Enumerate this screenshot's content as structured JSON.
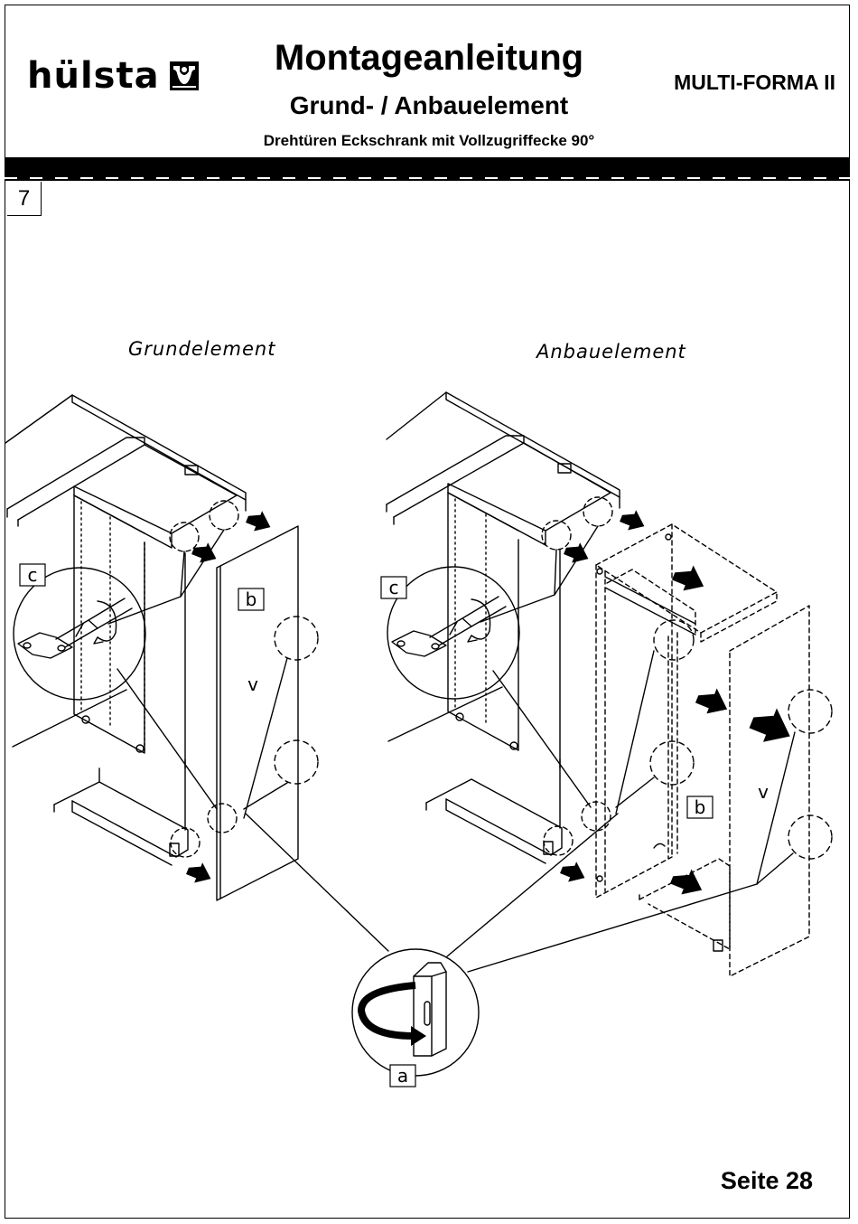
{
  "header": {
    "brand": "hülsta",
    "title": "Montageanleitung",
    "subtitle": "Grund- / Anbauelement",
    "description": "Drehtüren Eckschrank mit Vollzugriffecke 90°",
    "model": "MULTI-FORMA II"
  },
  "step": "7",
  "views": {
    "left_label": "Grundelement",
    "right_label": "Anbauelement"
  },
  "callouts": {
    "a": "a",
    "b": "b",
    "c": "c",
    "v": "v"
  },
  "footer": {
    "page": "Seite 28"
  }
}
